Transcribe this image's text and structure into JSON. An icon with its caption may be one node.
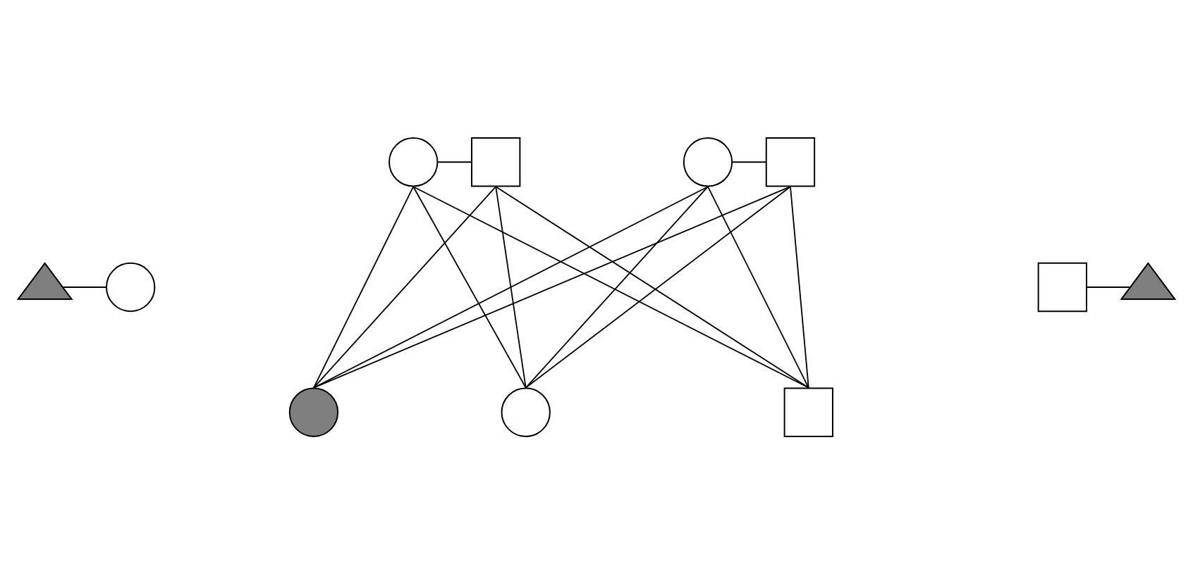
{
  "diagram": {
    "nodes": [
      {
        "text": [],
        "shape": "circle"
      },
      {
        "text": [],
        "shape": "square"
      },
      {
        "text": [],
        "shape": "circle"
      },
      {
        "text": [],
        "shape": "square"
      },
      {
        "text": [],
        "shape": "triangle"
      },
      {
        "text": [],
        "shape": "circle"
      },
      {
        "text": [],
        "shape": "square"
      },
      {
        "text": [],
        "shape": "triangle"
      },
      {
        "text": [],
        "shape": "circle"
      },
      {
        "text": [],
        "shape": "circle"
      },
      {
        "text": [],
        "shape": "square"
      }
    ],
    "edges": [
      {
        "from": 0,
        "to": 1,
        "arrow": "none"
      },
      {
        "from": 2,
        "to": 3,
        "arrow": "none"
      },
      {
        "from": 4,
        "to": 5,
        "arrow": "none"
      },
      {
        "from": 6,
        "to": 7,
        "arrow": "none"
      },
      {
        "from": 0,
        "to": 8,
        "arrow": "none"
      },
      {
        "from": 0,
        "to": 9,
        "arrow": "none"
      },
      {
        "from": 0,
        "to": 10,
        "arrow": "none"
      },
      {
        "from": 1,
        "to": 8,
        "arrow": "none"
      },
      {
        "from": 1,
        "to": 9,
        "arrow": "none"
      },
      {
        "from": 1,
        "to": 10,
        "arrow": "none"
      },
      {
        "from": 2,
        "to": 8,
        "arrow": "none"
      },
      {
        "from": 2,
        "to": 9,
        "arrow": "none"
      },
      {
        "from": 2,
        "to": 10,
        "arrow": "none"
      },
      {
        "from": 3,
        "to": 8,
        "arrow": "none"
      },
      {
        "from": 3,
        "to": 9,
        "arrow": "none"
      },
      {
        "from": 3,
        "to": 10,
        "arrow": "none"
      }
    ]
  }
}
